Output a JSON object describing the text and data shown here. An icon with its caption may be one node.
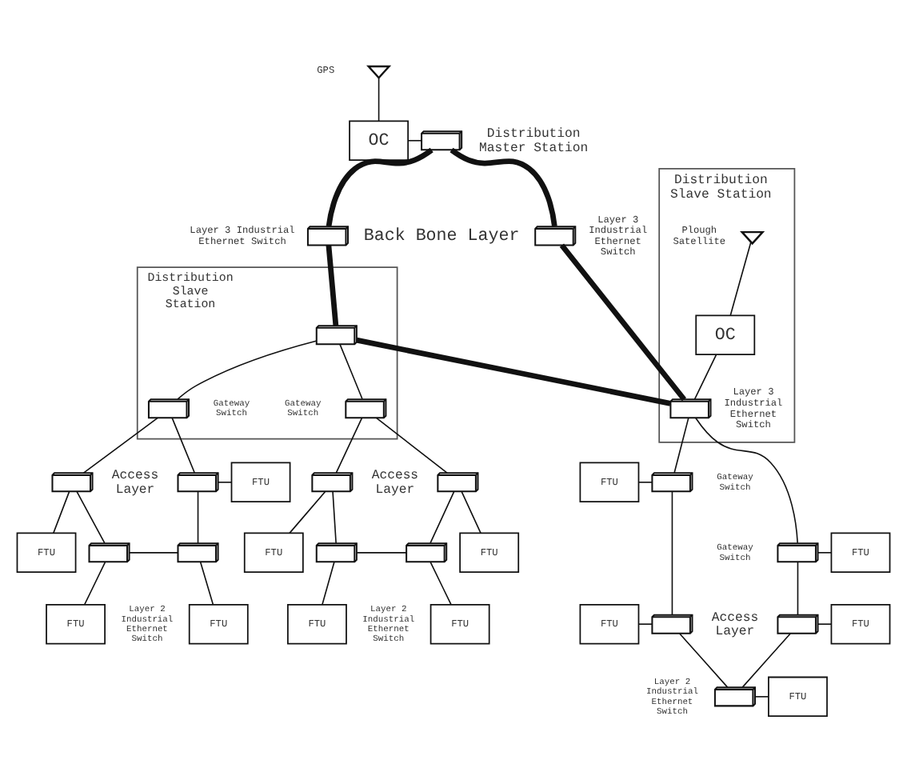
{
  "diagram": {
    "nodes": [
      {
        "text": [],
        "shape": "antenna",
        "beside": [
          "GPS"
        ]
      },
      {
        "text": [
          "OC"
        ]
      },
      {
        "text": [],
        "shape": "box",
        "beside": [
          "Distribution Master Station"
        ]
      },
      {
        "text": [],
        "shape": "box",
        "beside": [
          "Layer 3 Industrial Ethernet Switch"
        ]
      },
      {
        "text": [],
        "shape": "box",
        "beside": [
          "Layer 3 Industrial Ethernet Switch"
        ]
      },
      {
        "text": [
          "Distribution Slave Station"
        ]
      },
      {
        "text": [],
        "shape": "box",
        "in": 5
      },
      {
        "text": [],
        "shape": "box",
        "in": 5,
        "beside": [
          "Gateway Switch"
        ]
      },
      {
        "text": [],
        "shape": "box",
        "in": 5,
        "beside": [
          "Gateway Switch"
        ]
      },
      {
        "text": [
          "Distribution Slave Station"
        ]
      },
      {
        "text": [],
        "shape": "antenna",
        "in": 9,
        "beside": [
          "Plough Satellite"
        ]
      },
      {
        "text": [
          "OC"
        ],
        "in": 9
      },
      {
        "text": [],
        "shape": "box",
        "in": 9,
        "beside": [
          "Layer 3 Industrial Ethernet Switch"
        ]
      },
      {
        "text": [],
        "shape": "box",
        "beside": [
          "Gateway Switch"
        ]
      },
      {
        "text": [
          "FTU"
        ]
      },
      {
        "text": [],
        "shape": "box",
        "beside": [
          "Gateway Switch"
        ]
      },
      {
        "text": [
          "FTU"
        ]
      },
      {
        "text": [],
        "shape": "box"
      },
      {
        "text": [
          "FTU"
        ]
      },
      {
        "text": [
          "FTU"
        ]
      },
      {
        "text": [],
        "shape": "box"
      },
      {
        "text": [],
        "shape": "box"
      },
      {
        "text": [
          "FTU"
        ]
      },
      {
        "text": [],
        "shape": "box"
      },
      {
        "text": [
          "FTU"
        ]
      },
      {
        "text": [],
        "shape": "box"
      },
      {
        "text": [
          "FTU"
        ]
      },
      {
        "text": [],
        "shape": "box"
      },
      {
        "text": [
          "FTU"
        ]
      },
      {
        "text": [],
        "shape": "box"
      },
      {
        "text": [
          "FTU"
        ]
      },
      {
        "text": [],
        "shape": "box"
      },
      {
        "text": [
          "FTU"
        ]
      },
      {
        "text": [],
        "shape": "box"
      },
      {
        "text": [
          "FTU"
        ]
      },
      {
        "text": [],
        "shape": "box"
      },
      {
        "text": [
          "FTU"
        ]
      },
      {
        "text": [],
        "shape": "box"
      },
      {
        "text": [
          "FTU"
        ]
      }
    ],
    "edges": [
      {
        "from": 0,
        "to": 1,
        "arrow": "none"
      },
      {
        "from": 1,
        "to": 2,
        "arrow": "none"
      },
      {
        "from": 2,
        "to": 3,
        "arrow": "none",
        "style": "thick"
      },
      {
        "from": 2,
        "to": 4,
        "arrow": "none",
        "style": "thick"
      },
      {
        "from": 3,
        "to": 6,
        "arrow": "none",
        "style": "thick"
      },
      {
        "from": 4,
        "to": 12,
        "arrow": "none",
        "style": "thick"
      },
      {
        "from": 6,
        "to": 12,
        "arrow": "none",
        "style": "thick"
      },
      {
        "from": 6,
        "to": 7,
        "arrow": "none"
      },
      {
        "from": 6,
        "to": 8,
        "arrow": "none"
      },
      {
        "from": 10,
        "to": 11,
        "arrow": "none"
      },
      {
        "from": 11,
        "to": 12,
        "arrow": "none"
      },
      {
        "from": 12,
        "to": 13,
        "arrow": "none"
      },
      {
        "from": 14,
        "to": 13,
        "arrow": "none"
      },
      {
        "from": 12,
        "to": 15,
        "arrow": "none"
      },
      {
        "from": 15,
        "to": 16,
        "arrow": "none"
      },
      {
        "from": 13,
        "to": 33,
        "arrow": "none"
      },
      {
        "from": 34,
        "to": 33,
        "arrow": "none"
      },
      {
        "from": 33,
        "to": 37,
        "arrow": "none"
      },
      {
        "from": 37,
        "to": 38,
        "arrow": "none"
      },
      {
        "from": 15,
        "to": 35,
        "arrow": "none"
      },
      {
        "from": 35,
        "to": 36,
        "arrow": "none"
      },
      {
        "from": 35,
        "to": 37,
        "arrow": "none"
      },
      {
        "from": 7,
        "to": 17,
        "arrow": "none"
      },
      {
        "from": 17,
        "to": 18,
        "arrow": "none"
      },
      {
        "from": 17,
        "to": 21,
        "arrow": "none"
      },
      {
        "from": 21,
        "to": 22,
        "arrow": "none"
      },
      {
        "from": 21,
        "to": 23,
        "arrow": "none"
      },
      {
        "from": 23,
        "to": 24,
        "arrow": "none"
      },
      {
        "from": 7,
        "to": 20,
        "arrow": "none"
      },
      {
        "from": 20,
        "to": 19,
        "arrow": "none"
      },
      {
        "from": 20,
        "to": 23,
        "arrow": "none"
      },
      {
        "from": 8,
        "to": 25,
        "arrow": "none"
      },
      {
        "from": 25,
        "to": 26,
        "arrow": "none"
      },
      {
        "from": 25,
        "to": 29,
        "arrow": "none"
      },
      {
        "from": 29,
        "to": 30,
        "arrow": "none"
      },
      {
        "from": 29,
        "to": 31,
        "arrow": "none"
      },
      {
        "from": 31,
        "to": 32,
        "arrow": "none"
      },
      {
        "from": 8,
        "to": 27,
        "arrow": "none"
      },
      {
        "from": 27,
        "to": 28,
        "arrow": "none"
      },
      {
        "from": 27,
        "to": 31,
        "arrow": "none"
      }
    ],
    "labels": [
      "Back Bone Layer",
      "Access Layer",
      "Layer 2 Industrial Ethernet Switch",
      "Access Layer",
      "Layer 2 Industrial Ethernet Switch",
      "Access Layer",
      "Layer 2 Industrial Ethernet Switch"
    ]
  }
}
